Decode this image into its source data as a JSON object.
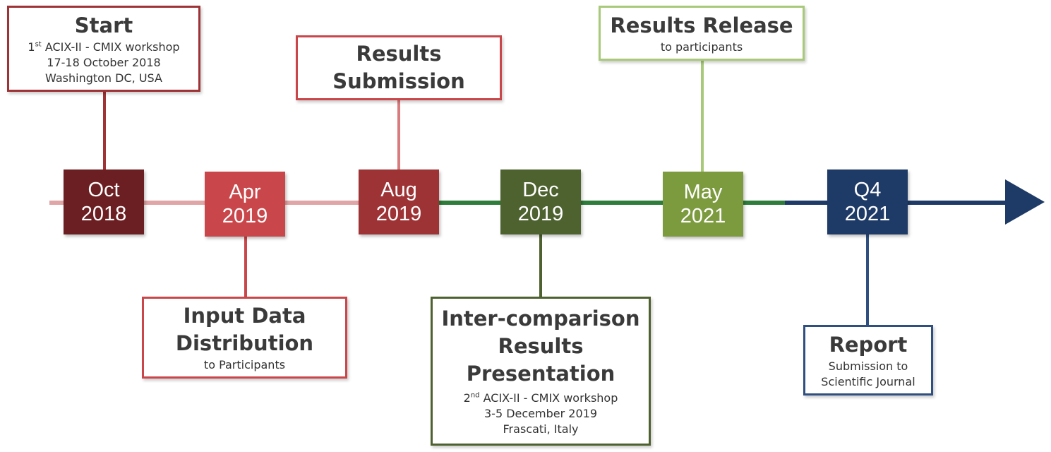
{
  "colors": {
    "dark_red": "#6b1f22",
    "red": "#c9474a",
    "mid_red": "#9e3336",
    "pink_line": "#e0a5a6",
    "dark_green": "#4e6230",
    "light_green": "#7c9a3e",
    "green_line": "#2e7d3a",
    "navy": "#1e3a66"
  },
  "milestones": [
    {
      "month": "Oct",
      "year": "2018"
    },
    {
      "month": "Apr",
      "year": "2019"
    },
    {
      "month": "Aug",
      "year": "2019"
    },
    {
      "month": "Dec",
      "year": "2019"
    },
    {
      "month": "May",
      "year": "2021"
    },
    {
      "month": "Q4",
      "year": "2021"
    }
  ],
  "events": {
    "start": {
      "title": "Start",
      "ordinal_num": "1",
      "ordinal_sup": "st",
      "line1_rest": " ACIX-II - CMIX workshop",
      "line2": "17-18 October 2018",
      "line3": "Washington DC, USA"
    },
    "input": {
      "title": "Input Data\nDistribution",
      "subtitle": "to Participants"
    },
    "submission": {
      "title": "Results\nSubmission"
    },
    "presentation": {
      "title": "Inter-comparison\nResults\nPresentation",
      "ordinal_num": "2",
      "ordinal_sup": "nd",
      "line1_rest": " ACIX-II - CMIX workshop",
      "line2": "3-5 December 2019",
      "line3": "Frascati, Italy"
    },
    "release": {
      "title": "Results Release",
      "subtitle": "to participants"
    },
    "report": {
      "title": "Report",
      "subtitle": "Submission to\nScientific Journal"
    }
  }
}
